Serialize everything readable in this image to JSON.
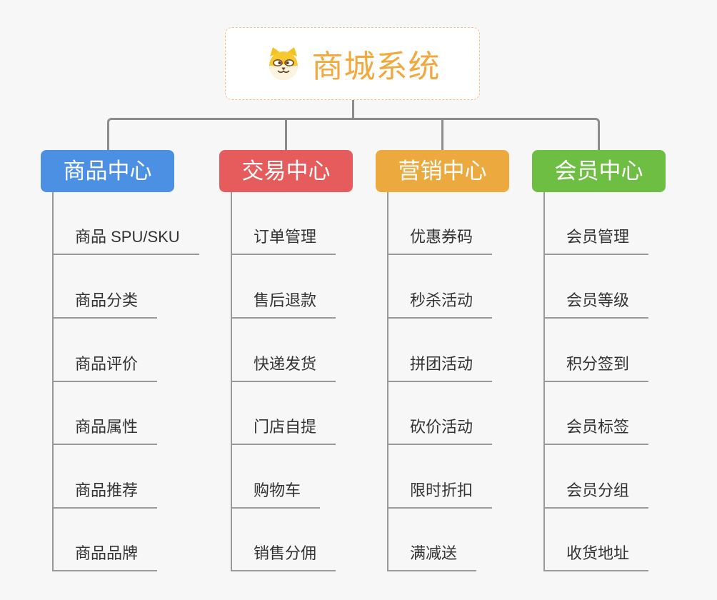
{
  "root": {
    "title": "商城系统",
    "icon": "dog-icon"
  },
  "branches": [
    {
      "label": "商品中心",
      "color": "#4B90E2",
      "items": [
        "商品 SPU/SKU",
        "商品分类",
        "商品评价",
        "商品属性",
        "商品推荐",
        "商品品牌"
      ]
    },
    {
      "label": "交易中心",
      "color": "#E65C5C",
      "items": [
        "订单管理",
        "售后退款",
        "快递发货",
        "门店自提",
        "购物车",
        "销售分佣"
      ]
    },
    {
      "label": "营销中心",
      "color": "#EBA93E",
      "items": [
        "优惠券码",
        "秒杀活动",
        "拼团活动",
        "砍价活动",
        "限时折扣",
        "满减送"
      ]
    },
    {
      "label": "会员中心",
      "color": "#6FBE44",
      "items": [
        "会员管理",
        "会员等级",
        "积分签到",
        "会员标签",
        "会员分组",
        "收货地址"
      ]
    }
  ],
  "colors": {
    "canvas-bg": "#F7F7F7",
    "connector": "#8C8C8C",
    "line": "#999999",
    "leaf-text": "#333333",
    "root-border": "#F0C184",
    "root-title": "#F1A83C"
  }
}
